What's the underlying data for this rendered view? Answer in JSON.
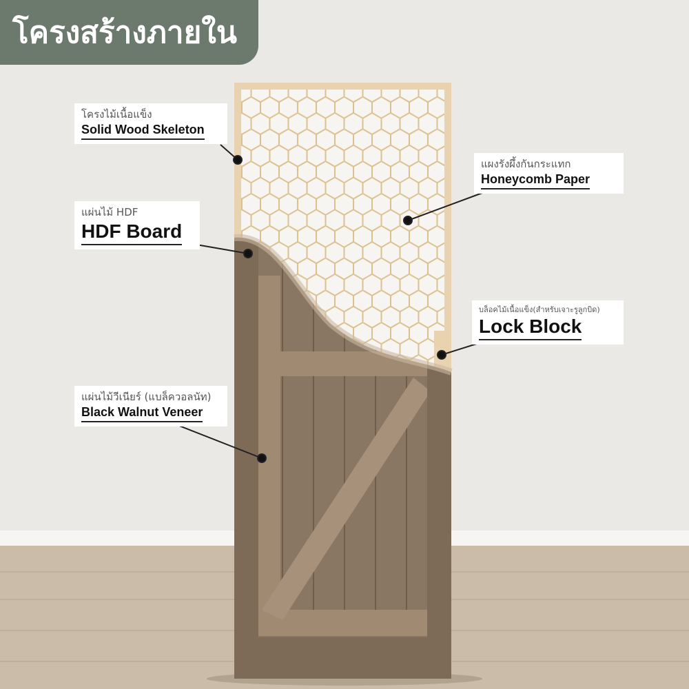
{
  "title": "โครงสร้างภายใน",
  "labels": {
    "skeleton": {
      "th": "โครงไม้เนื้อแข็ง",
      "en": "Solid Wood Skeleton"
    },
    "hdf": {
      "th": "แผ่นไม้ HDF",
      "en": "HDF Board"
    },
    "honeycomb": {
      "th": "แผงรังผึ้งกันกระแทก",
      "en": "Honeycomb Paper"
    },
    "lock": {
      "th": "บล็อคไม้เนื้อแข็ง(สำหรับเจาะรูลูกบิด)",
      "en": "Lock Block"
    },
    "veneer": {
      "th": "แผ่นไม้วีเนียร์ (แบล็ควอลนัท)",
      "en": "Black Walnut Veneer"
    }
  },
  "colors": {
    "header": "#6b7a6c",
    "wall": "#ebe9e6",
    "frame": "#e9d2b0",
    "walnut": "#8a7763"
  }
}
